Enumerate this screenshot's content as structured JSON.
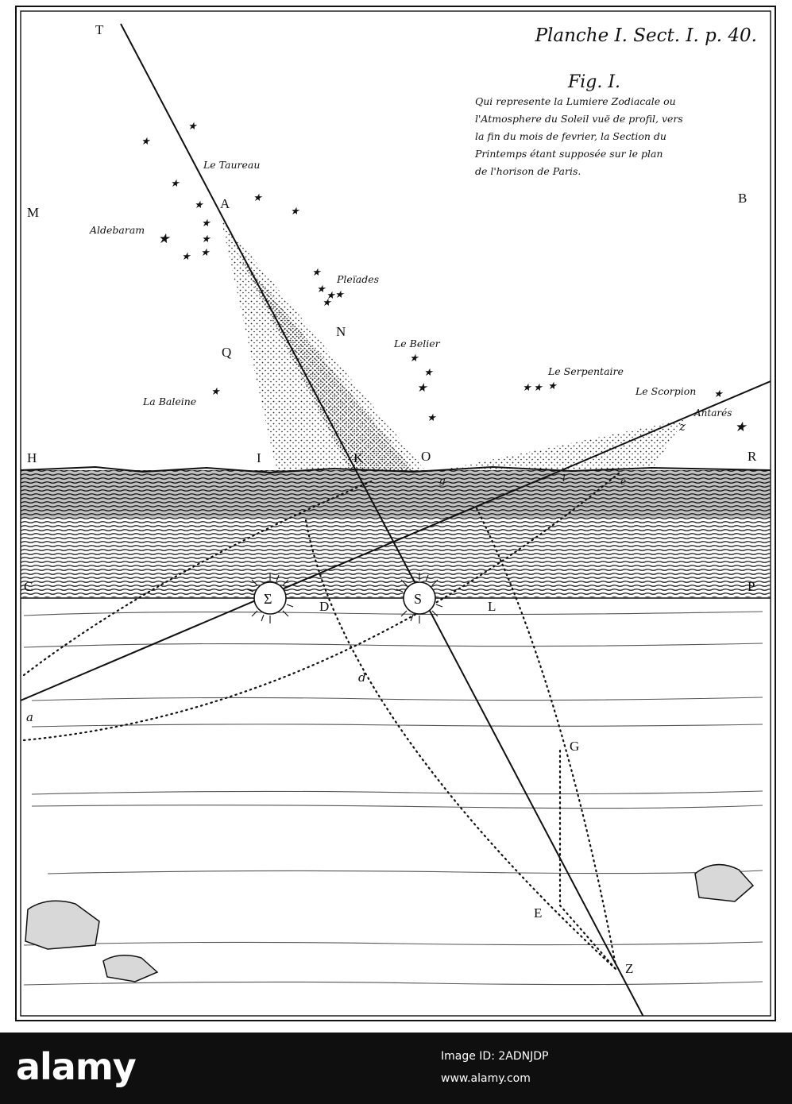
{
  "plate": {
    "header": "Planche I. Sect. I. p. 40.",
    "fig_title": "Fig. I.",
    "caption_lines": [
      "Qui represente la Lumiere Zodiacale ou",
      "l'Atmosphere du Soleil vuë de profil, vers",
      "la fin du mois de fevrier, la Section du",
      "Printemps étant supposée sur le plan",
      "de l'horison de Paris."
    ],
    "constellations": {
      "taureau": "Le Taureau",
      "aldebaram": "Aldebaram",
      "pleiades": "Pleïades",
      "belier": "Le Belier",
      "serpentaire": "Le Serpentaire",
      "scorpion": "Le Scorpion",
      "antares": "Antarés",
      "baleine": "La Baleine"
    },
    "points": {
      "T": "T",
      "M": "M",
      "A": "A",
      "B": "B",
      "N": "N",
      "Q": "Q",
      "H": "H",
      "I": "I",
      "K": "K",
      "O": "O",
      "R": "R",
      "z": "z",
      "C": "C",
      "D": "D",
      "L": "L",
      "P": "P",
      "Sigma": "Σ",
      "S": "S",
      "d": "d",
      "a": "a",
      "G": "G",
      "E": "E",
      "Z": "Z",
      "g": "g",
      "l": "l",
      "e": "e"
    }
  },
  "watermark": {
    "logo": "alamy",
    "image_id": "Image ID: 2ADNJDP",
    "url": "www.alamy.com",
    "bar_color": "#0f0f10"
  },
  "colors": {
    "ink": "#111111",
    "paper": "#ffffff"
  }
}
